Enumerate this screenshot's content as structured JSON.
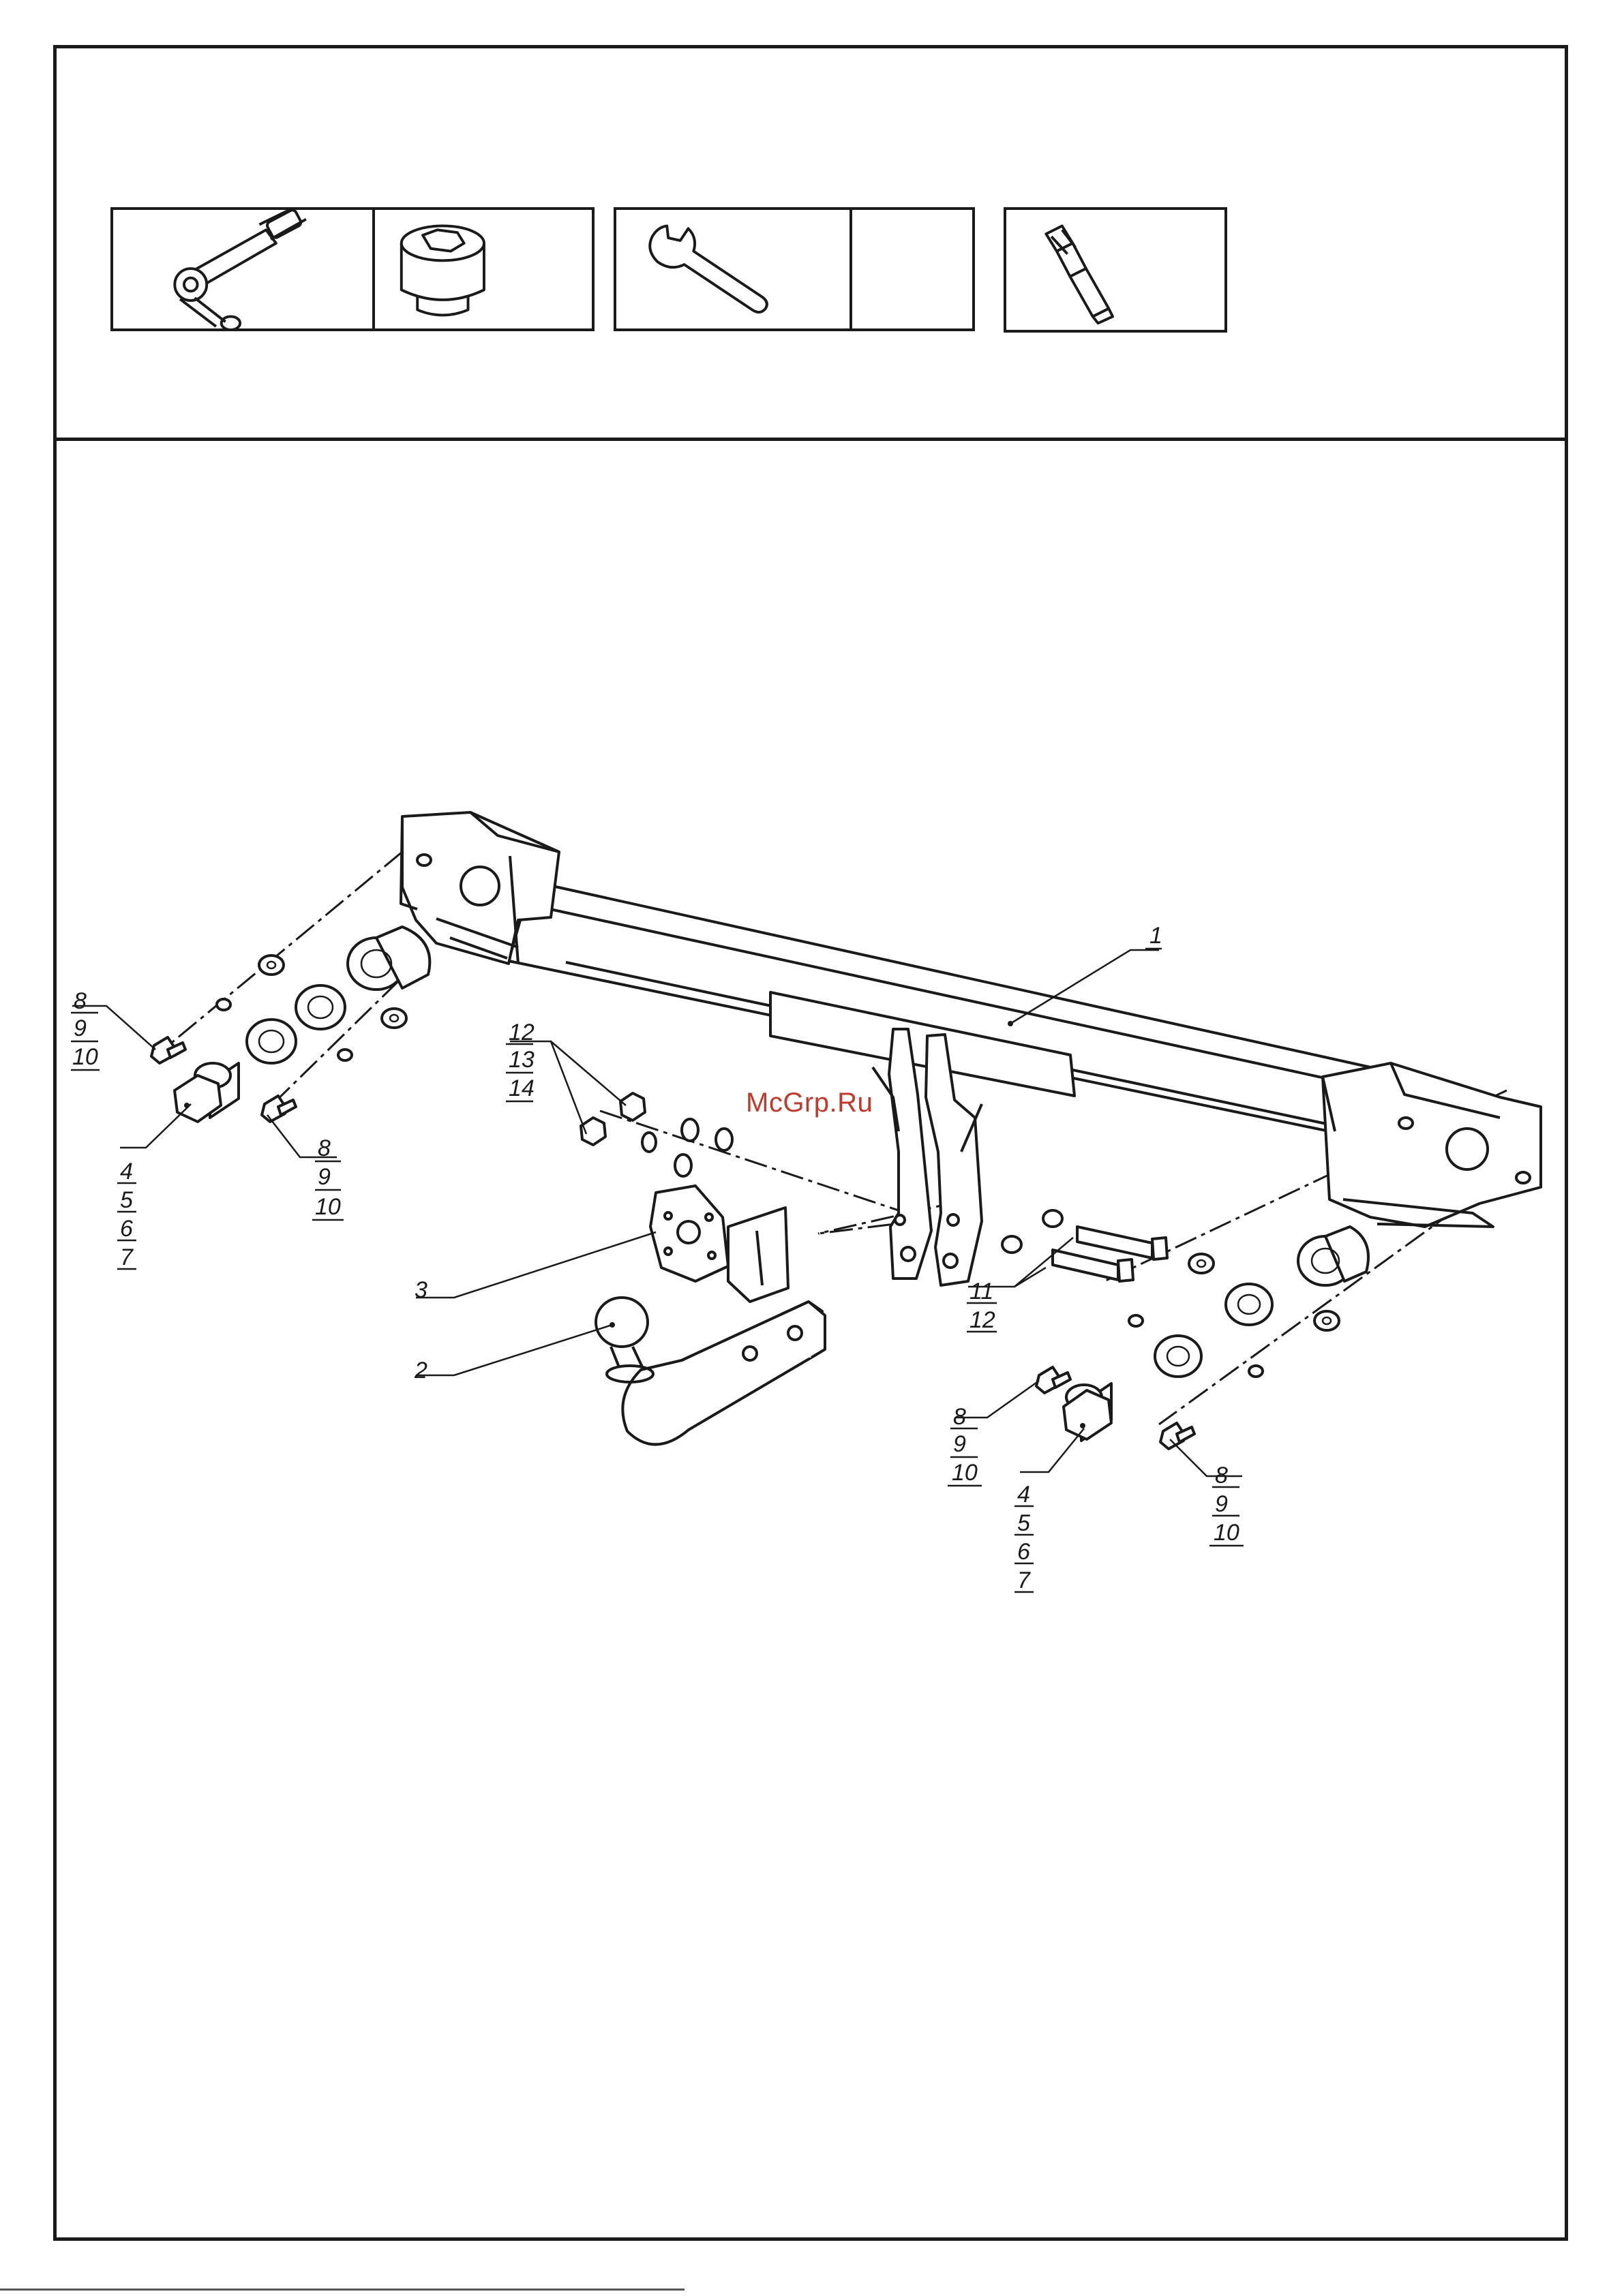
{
  "tools": [
    {
      "name": "ratchet-icon"
    },
    {
      "name": "socket-icon"
    },
    {
      "name": "open-end-wrench-icon"
    },
    {
      "name": "empty-cell"
    },
    {
      "name": "torx-bit-icon"
    }
  ],
  "watermark": "McGrp.Ru",
  "callouts": {
    "frame": [
      "1"
    ],
    "ball": [
      "2"
    ],
    "socket_bracket": [
      "3"
    ],
    "left_bolt": [
      "4",
      "5",
      "6",
      "7"
    ],
    "left_upper_screw": [
      "8",
      "9",
      "10"
    ],
    "left_lower_screw": [
      "8",
      "9",
      "10"
    ],
    "center_nuts": [
      "12",
      "13",
      "14"
    ],
    "center_bolts": [
      "11",
      "12"
    ],
    "right_upper_screw": [
      "8",
      "9",
      "10"
    ],
    "right_bolt": [
      "4",
      "5",
      "6",
      "7"
    ],
    "right_lower_screw": [
      "8",
      "9",
      "10"
    ]
  },
  "colors": {
    "line": "#1a1a1a",
    "watermark": "#c0392b"
  }
}
